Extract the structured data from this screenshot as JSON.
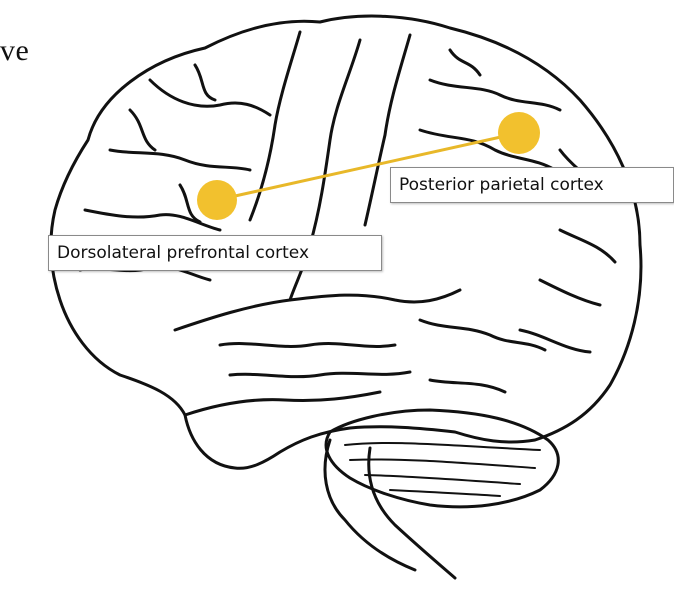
{
  "partial_text": "ve",
  "regions": [
    {
      "id": "dlpfc",
      "label": "Dorsolateral prefrontal cortex",
      "marker_color": "#f2c12e"
    },
    {
      "id": "ppc",
      "label": "Posterior parietal cortex",
      "marker_color": "#f2c12e"
    }
  ],
  "connection_color": "#e8b829"
}
